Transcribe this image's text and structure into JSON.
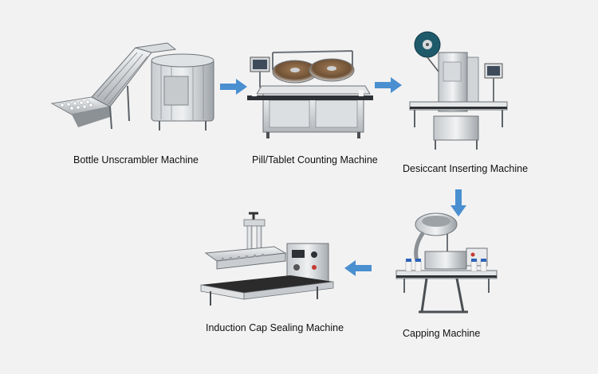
{
  "flow": {
    "steps": [
      {
        "label": "Bottle Unscrambler Machine",
        "icon": "bottle-unscrambler-machine"
      },
      {
        "label": "Pill/Tablet Counting Machine",
        "icon": "tablet-counting-machine"
      },
      {
        "label": "Desiccant Inserting Machine",
        "icon": "desiccant-inserting-machine"
      },
      {
        "label": "Capping Machine",
        "icon": "capping-machine"
      },
      {
        "label": "Induction Cap Sealing Machine",
        "icon": "induction-cap-sealing-machine"
      }
    ],
    "arrow_color": "#4a8fd0",
    "arrows": [
      "right",
      "right",
      "down",
      "left"
    ]
  },
  "colors": {
    "background": "#f2f2f2",
    "steel_light": "#e6e8ea",
    "steel_mid": "#b8bcc0",
    "steel_dark": "#6e7378",
    "belt": "#2b2b2b",
    "accent_red": "#c43a2f"
  }
}
